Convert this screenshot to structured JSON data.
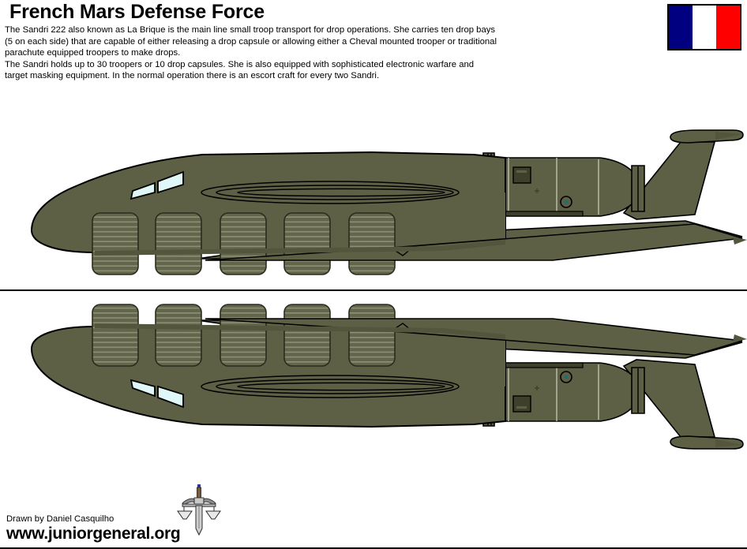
{
  "header": {
    "title": "French Mars Defense Force",
    "paragraphs": [
      "The Sandri 222 also known as La Brique is the main line small troop transport for drop operations. She carries ten drop bays (5 on each side) that are capable of either releasing a drop capsule or allowing either a Cheval mounted trooper or traditional parachute equipped troopers to make drops.",
      "The Sandri holds up to 30 troopers or 10 drop capsules. She is also equipped with sophisticated electronic warfare and target masking equipment. In the normal operation there is an escort craft for every two Sandri."
    ]
  },
  "flag": {
    "name": "french-flag",
    "stripes": [
      "#000080",
      "#ffffff",
      "#ff0000"
    ],
    "border": "#000000"
  },
  "colors": {
    "background": "#ffffff",
    "hull": "#5d6045",
    "hull_shadow": "#53563d",
    "hull_light": "#6a6c52",
    "bay_fill": "#63664b",
    "bay_stripe": "#8d9079",
    "glass": "#e0f7f7",
    "outline": "#000000",
    "panel_line": "#b9bca6",
    "dark_detail": "#3e402c",
    "sensor_teal": "#1f6f6f"
  },
  "vehicle": {
    "designation": "Sandri 222",
    "nickname": "La Brique",
    "drop_bays_per_side": 5,
    "views": [
      {
        "name": "starboard-side-view",
        "label": "Sandri 222 side view (upper)"
      },
      {
        "name": "port-side-view",
        "label": "Sandri 222 side view (lower, mirrored)"
      }
    ]
  },
  "footer": {
    "credit": "Drawn by Daniel Casquilho",
    "website": "www.juniorgeneral.org",
    "logo_name": "sword-and-scales-logo"
  }
}
